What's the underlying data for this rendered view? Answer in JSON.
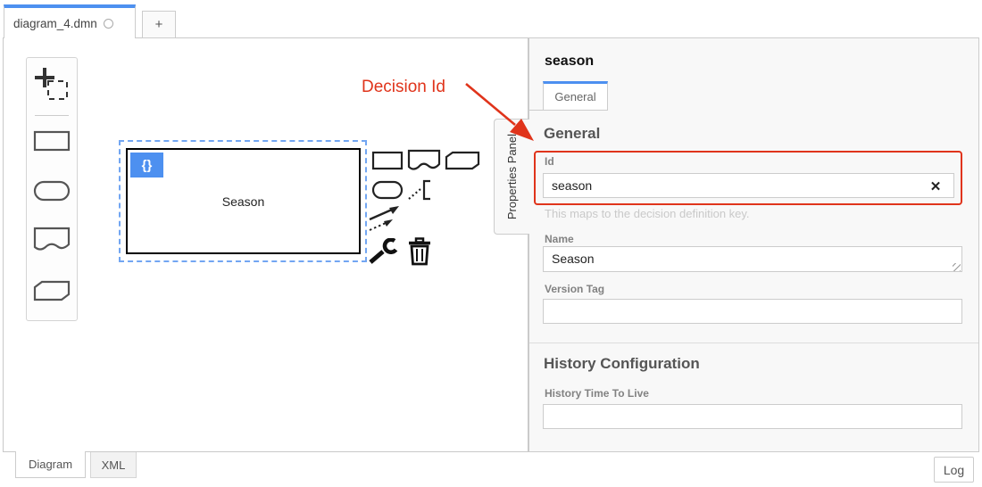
{
  "tabs": {
    "file_tab_label": "diagram_4.dmn",
    "new_tab_label": "+"
  },
  "canvas": {
    "decision_label": "Season",
    "decision_badge": "{}",
    "annotation_text": "Decision Id"
  },
  "properties_panel": {
    "vertical_tab_label": "Properties Panel",
    "title": "season",
    "tab_label": "General",
    "general_section": {
      "heading": "General",
      "id_label": "Id",
      "id_value": "season",
      "id_clear": "✕",
      "id_help": "This maps to the decision definition key.",
      "name_label": "Name",
      "name_value": "Season",
      "version_label": "Version Tag",
      "version_value": ""
    },
    "history_section": {
      "heading": "History Configuration",
      "httl_label": "History Time To Live",
      "httl_value": ""
    }
  },
  "bottom_bar": {
    "diagram_tab_label": "Diagram",
    "xml_tab_label": "XML",
    "log_button_label": "Log"
  },
  "colors": {
    "accent_blue": "#4d90f0",
    "annotation_red": "#e0341b",
    "panel_bg": "#f8f8f8"
  }
}
